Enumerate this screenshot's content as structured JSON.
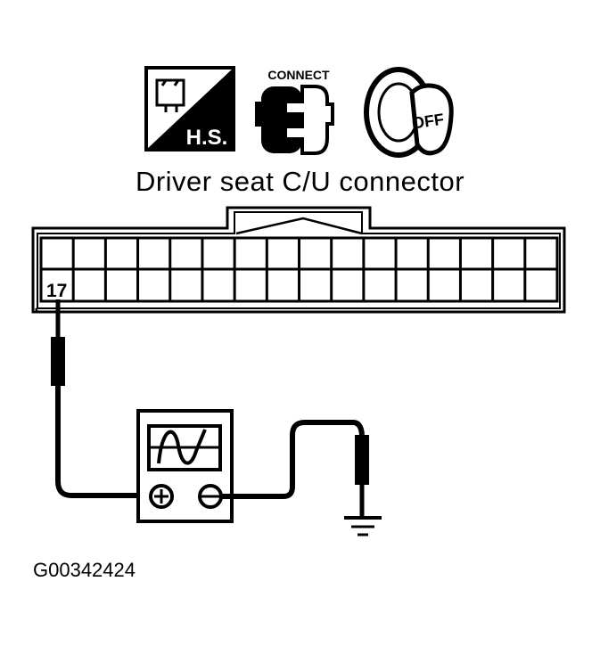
{
  "icons": [
    {
      "name": "hs-icon",
      "label": "H.S."
    },
    {
      "name": "connect-icon",
      "label": "CONNECT"
    },
    {
      "name": "ignition-off-icon",
      "label": "OFF"
    }
  ],
  "diagram": {
    "title": "Driver seat C/U connector",
    "connector": {
      "columns": 16,
      "rows": 2,
      "terminal_label": "17"
    },
    "instrument": "oscilloscope",
    "ground": "ground-symbol"
  },
  "figure_id": "G00342424",
  "colors": {
    "ink": "#000000",
    "background": "#ffffff"
  }
}
